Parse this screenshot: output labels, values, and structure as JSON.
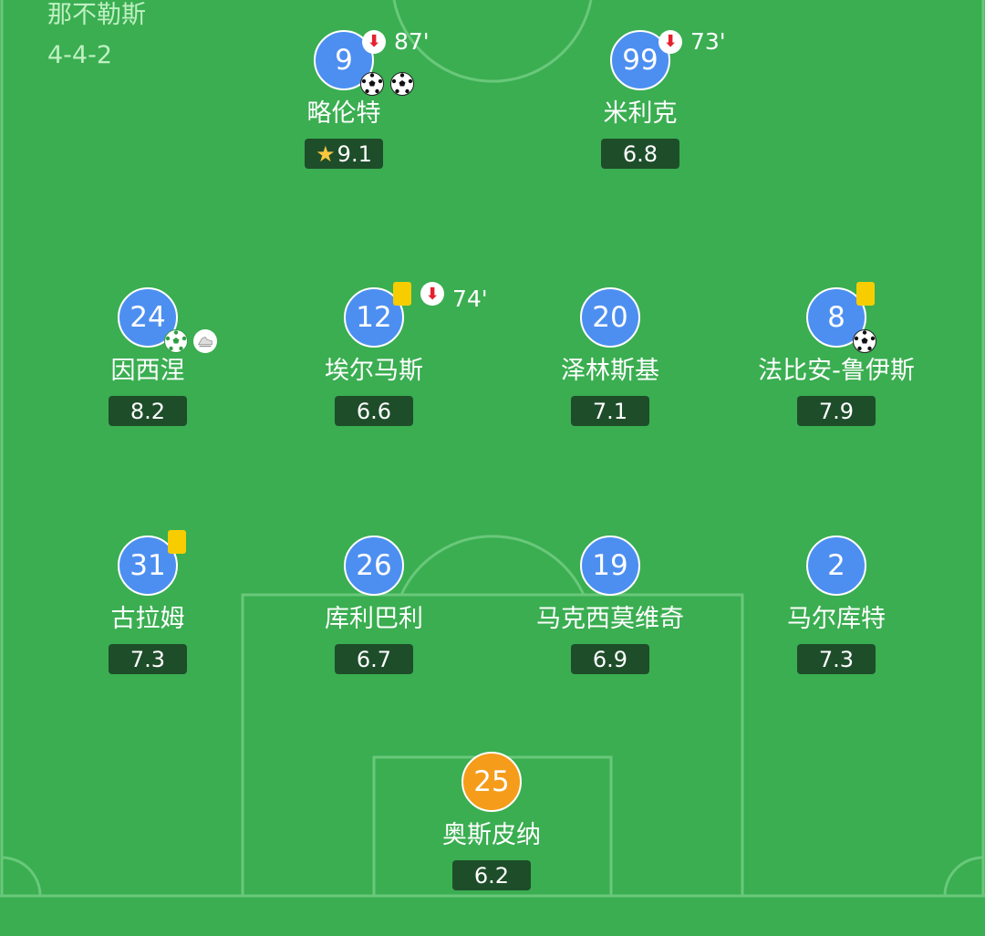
{
  "team": {
    "name": "那不勒斯",
    "formation": "4-4-2"
  },
  "players": {
    "lorenzo": {
      "number": "9",
      "name": "略伦特",
      "rating": "9.1",
      "sub_minute": "87'"
    },
    "milik": {
      "number": "99",
      "name": "米利克",
      "rating": "6.8",
      "sub_minute": "73'"
    },
    "insigne": {
      "number": "24",
      "name": "因西涅",
      "rating": "8.2"
    },
    "elmas": {
      "number": "12",
      "name": "埃尔马斯",
      "rating": "6.6",
      "sub_minute": "74'"
    },
    "zielinski": {
      "number": "20",
      "name": "泽林斯基",
      "rating": "7.1"
    },
    "fabian": {
      "number": "8",
      "name": "法比安-鲁伊斯",
      "rating": "7.9"
    },
    "ghoulam": {
      "number": "31",
      "name": "古拉姆",
      "rating": "7.3"
    },
    "koulibaly": {
      "number": "26",
      "name": "库利巴利",
      "rating": "6.7"
    },
    "maksimovic": {
      "number": "19",
      "name": "马克西莫维奇",
      "rating": "6.9"
    },
    "malcuit": {
      "number": "2",
      "name": "马尔库特",
      "rating": "7.3"
    },
    "ospina": {
      "number": "25",
      "name": "奥斯皮纳",
      "rating": "6.2"
    }
  },
  "colors": {
    "pitch": "#3aae51",
    "player_circle": "#4d8ff1",
    "goalkeeper_circle": "#f59c1a",
    "rating_bg": "#1e4d2a",
    "yellow_card": "#f7cd00",
    "sub_arrow": "#e5212f"
  },
  "icons": {
    "goal": "soccer-ball-icon",
    "own_goal": "green-soccer-ball-icon",
    "assist": "boot-icon",
    "substitution": "sub-out-arrow-icon",
    "yellow_card": "yellow-card-icon",
    "man_of_the_match": "star-icon"
  }
}
